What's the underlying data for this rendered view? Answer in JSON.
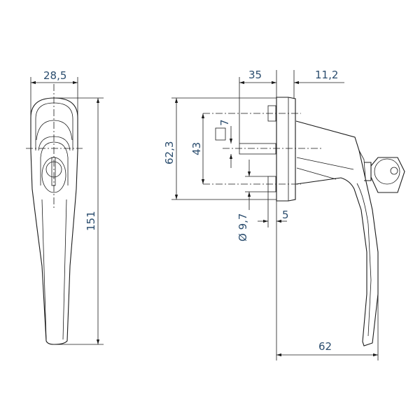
{
  "front_view": {
    "width_label": "28,5",
    "height_label": "151"
  },
  "side_view": {
    "depth_label": "35",
    "rose_label": "11,2",
    "rose_height_label": "62,3",
    "screw_spacing_label": "43",
    "spindle_label": "7",
    "pin_diameter_label": "Ø 9,7",
    "pin_length_label": "5",
    "projection_label": "62"
  },
  "colors": {
    "dimension_text": "#2b4d6e",
    "line": "#1a1a1a"
  }
}
